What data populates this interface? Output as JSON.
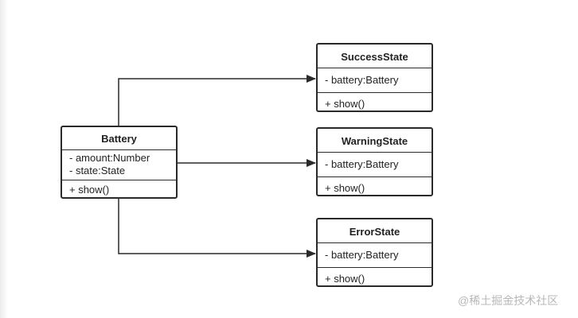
{
  "diagram": {
    "classes": [
      {
        "id": "battery",
        "name": "Battery",
        "attributes": [
          "- amount:Number",
          "- state:State"
        ],
        "operations": [
          "+ show()"
        ]
      },
      {
        "id": "success",
        "name": "SuccessState",
        "attributes": [
          "- battery:Battery"
        ],
        "operations": [
          "+ show()"
        ]
      },
      {
        "id": "warning",
        "name": "WarningState",
        "attributes": [
          "- battery:Battery"
        ],
        "operations": [
          "+ show()"
        ]
      },
      {
        "id": "error",
        "name": "ErrorState",
        "attributes": [
          "- battery:Battery"
        ],
        "operations": [
          "+ show()"
        ]
      }
    ],
    "relations": [
      {
        "from": "Battery",
        "to": "SuccessState",
        "type": "association"
      },
      {
        "from": "Battery",
        "to": "WarningState",
        "type": "association"
      },
      {
        "from": "Battery",
        "to": "ErrorState",
        "type": "association"
      }
    ],
    "colors": {
      "line": "#2a2a2a",
      "background": "#ffffff",
      "watermark": "#b8b8b8"
    }
  },
  "watermark": "@稀土掘金技术社区"
}
